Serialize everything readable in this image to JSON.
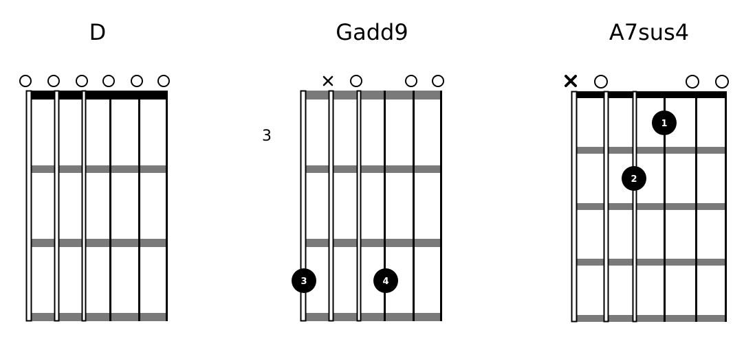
{
  "colors": {
    "background": "#ffffff",
    "ink": "#000000",
    "fret": "#7a7a7a",
    "finger_dot": "#000000",
    "finger_text": "#ffffff"
  },
  "chords": [
    {
      "name": "D",
      "base_fret_label": "",
      "nut": true,
      "string_markers": [
        "open",
        "open",
        "open",
        "open",
        "open",
        "open"
      ],
      "fingers": []
    },
    {
      "name": "Gadd9",
      "base_fret_label": "3",
      "nut": false,
      "string_markers": [
        "",
        "mute",
        "open",
        "",
        "open",
        "open"
      ],
      "fingers": [
        {
          "string": 1,
          "fret": 3,
          "label": "3"
        },
        {
          "string": 4,
          "fret": 3,
          "label": "4"
        }
      ]
    },
    {
      "name": "A7sus4",
      "base_fret_label": "",
      "nut": true,
      "string_markers": [
        "mute",
        "open",
        "",
        "",
        "open",
        "open"
      ],
      "fingers": [
        {
          "string": 4,
          "fret": 1,
          "label": "1"
        },
        {
          "string": 3,
          "fret": 2,
          "label": "2"
        }
      ]
    }
  ]
}
